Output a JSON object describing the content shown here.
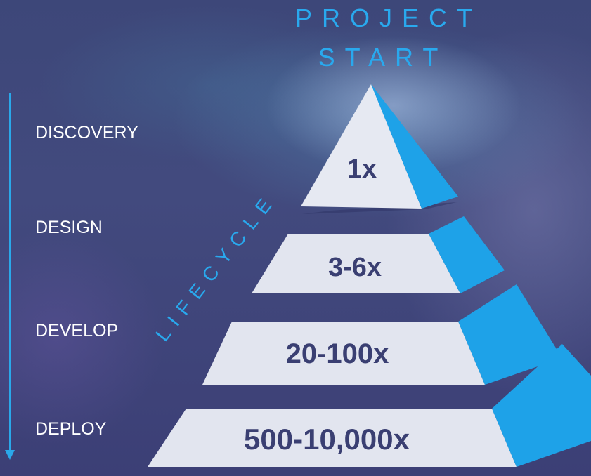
{
  "title": {
    "line1": "PROJECT",
    "line2": "START"
  },
  "side_label": "LIFECYCLE",
  "stages": [
    "DISCOVERY",
    "DESIGN",
    "DEVELOP",
    "DEPLOY"
  ],
  "tiers": [
    "1x",
    "3-6x",
    "20-100x",
    "500-10,000x"
  ],
  "colors": {
    "accent": "#29a9ee",
    "face": "#e6e9f2",
    "text": "#3a3f72",
    "background": "#3d4577"
  }
}
